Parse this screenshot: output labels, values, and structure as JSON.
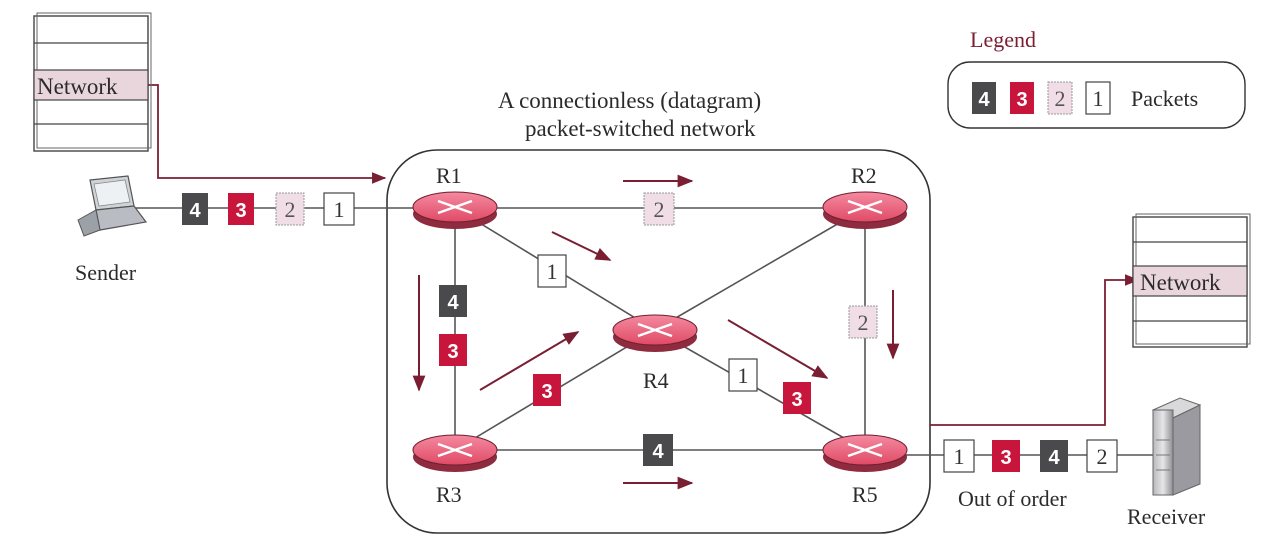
{
  "title_line1": "A connectionless (datagram)",
  "title_line2": "packet-switched network",
  "legend": {
    "heading": "Legend",
    "packets_label": "Packets",
    "items": [
      "4",
      "3",
      "2",
      "1"
    ]
  },
  "hosts": {
    "sender": "Sender",
    "receiver": "Receiver",
    "network_layer_left": "Network",
    "network_layer_right": "Network"
  },
  "routers": {
    "r1": "R1",
    "r2": "R2",
    "r3": "R3",
    "r4": "R4",
    "r5": "R5"
  },
  "out_of_order_label": "Out of order",
  "packets": {
    "sender_queue": [
      "4",
      "3",
      "2",
      "1"
    ],
    "r1_r2": "2",
    "r1_r4": "1",
    "r1_r3": [
      "4",
      "3"
    ],
    "r3_r4": "3",
    "r4_r5": [
      "1",
      "3"
    ],
    "r2_r5": "2",
    "r3_r5": "4",
    "receiver_queue": [
      "1",
      "3",
      "4",
      "2"
    ]
  },
  "colors": {
    "packet_4": "#4a4a4c",
    "packet_3": "#c8153c",
    "packet_2": "#f0dde6",
    "packet_1": "#ffffff",
    "router": "#e8576f",
    "arrow": "#7a1f33",
    "line": "#555555"
  }
}
